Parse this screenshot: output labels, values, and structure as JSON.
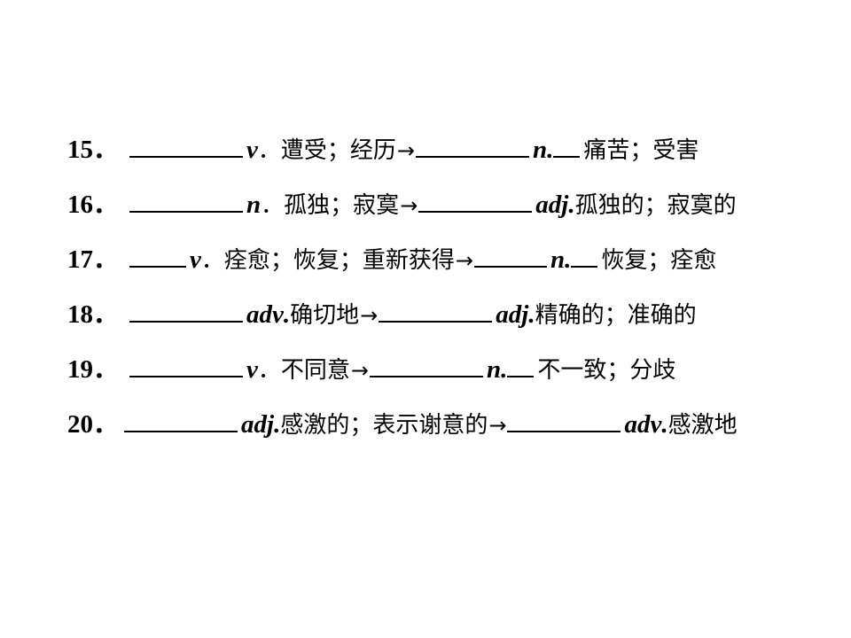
{
  "items": [
    {
      "num": "15．",
      "pos1": "v",
      "sep1": "．",
      "meaning1": "遭受；经历",
      "arrow": "→",
      "pos2": "n",
      "sep2": ".",
      "meaning2": "痛苦；受害"
    },
    {
      "num": "16．",
      "pos1": "n",
      "sep1": "．",
      "meaning1": "孤独；寂寞",
      "arrow": "→",
      "pos2": "adj",
      "sep2": ".",
      "meaning2": "孤独的；寂寞的"
    },
    {
      "num": "17．",
      "pos1": "v",
      "sep1": "．",
      "meaning1": "痊愈；恢复；重新获得",
      "arrow": "→",
      "pos2": "n",
      "sep2": ".",
      "meaning2": "恢复；痊愈"
    },
    {
      "num": "18．",
      "pos1": "adv",
      "sep1": ".",
      "meaning1": "确切地",
      "arrow": "→",
      "pos2": "adj",
      "sep2": ".",
      "meaning2": "精确的；准确的"
    },
    {
      "num": "19．",
      "pos1": "v",
      "sep1": "．",
      "meaning1": "不同意",
      "arrow": "→",
      "pos2": "n",
      "sep2": ".",
      "meaning2": "不一致；分歧"
    },
    {
      "num": "20．",
      "pos1": "adj",
      "sep1": ".",
      "meaning1": "感激的；表示谢意的",
      "arrow": "→",
      "pos2": "adv",
      "sep2": ".",
      "meaning2": "感激地"
    }
  ]
}
